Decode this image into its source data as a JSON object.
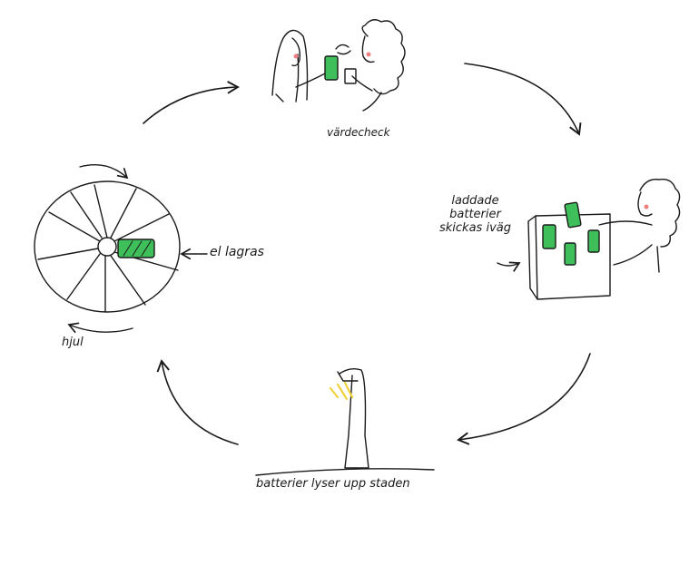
{
  "labels": {
    "top": "värdecheck",
    "right_line1": "laddade",
    "right_line2": "batterier",
    "right_line3": "skickas iväg",
    "bottom": "batterier lyser upp staden",
    "left": "el lagras",
    "wheel": "hjul"
  },
  "colors": {
    "ink": "#1a1a1a",
    "battery_green": "#3fbf5a",
    "lamp_yellow": "#f2d23c",
    "cheek_pink": "#f08080"
  }
}
